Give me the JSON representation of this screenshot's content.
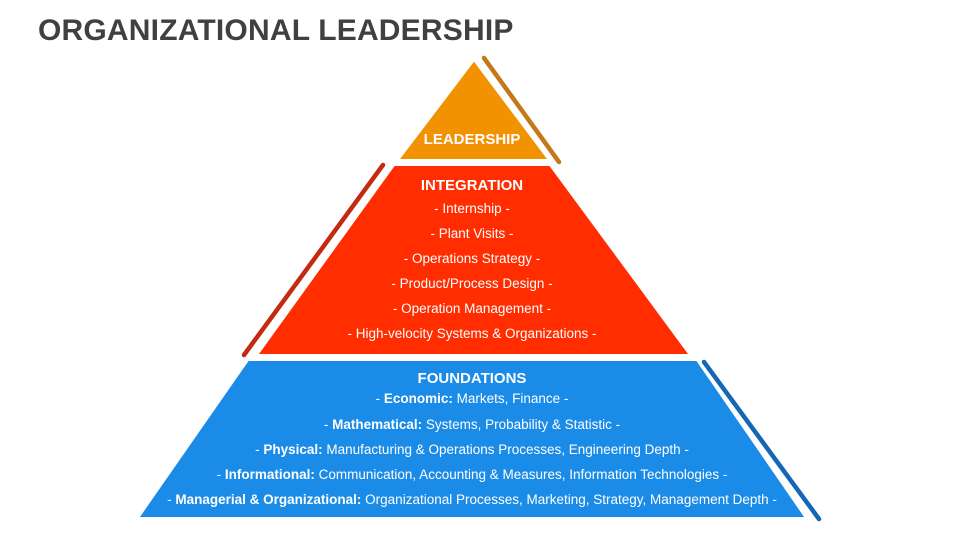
{
  "title": "ORGANIZATIONAL LEADERSHIP",
  "colors": {
    "leadership": "#F39200",
    "leadership_accent": "#C5781A",
    "integration": "#FF2D00",
    "integration_accent": "#C42A10",
    "foundations": "#1B8BE8",
    "foundations_accent": "#1467B5",
    "outline": "#ffffff"
  },
  "levels": {
    "leadership": {
      "title": "LEADERSHIP"
    },
    "integration": {
      "title": "INTEGRATION",
      "items": [
        "- Internship -",
        "- Plant Visits -",
        "- Operations Strategy -",
        "- Product/Process Design -",
        "- Operation Management -",
        "- High-velocity Systems & Organizations -"
      ]
    },
    "foundations": {
      "title": "FOUNDATIONS",
      "items": [
        {
          "prefix": "- ",
          "bold": "Economic:",
          "rest": " Markets, Finance -"
        },
        {
          "prefix": "- ",
          "bold": "Mathematical:",
          "rest": " Systems, Probability & Statistic -"
        },
        {
          "prefix": "- ",
          "bold": "Physical:",
          "rest": " Manufacturing & Operations Processes, Engineering Depth -"
        },
        {
          "prefix": "- ",
          "bold": "Informational:",
          "rest": " Communication, Accounting & Measures, Information Technologies -"
        },
        {
          "prefix": "- ",
          "bold": "Managerial & Organizational:",
          "rest": " Organizational Processes, Marketing, Strategy, Management Depth -"
        }
      ]
    }
  }
}
